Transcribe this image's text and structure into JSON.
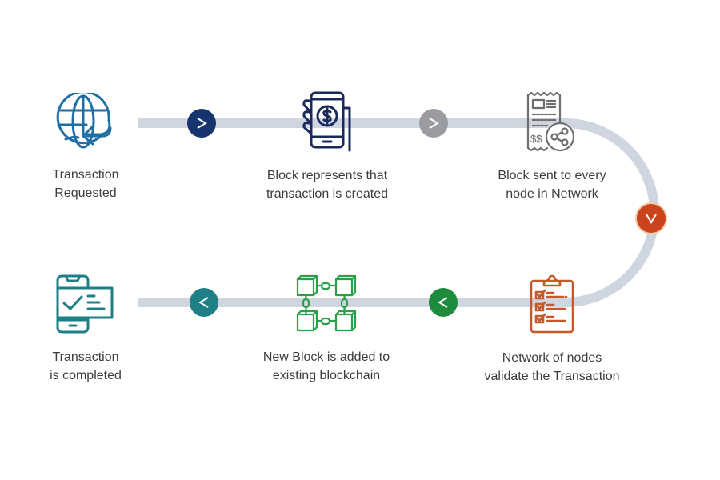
{
  "diagram": {
    "type": "process-flow",
    "colors": {
      "track": "#cfd6e0",
      "text": "#3c3c3c"
    },
    "steps": [
      {
        "id": 1,
        "label_line1": "Transaction",
        "label_line2": "Requested",
        "icon": "globe-arrow-icon",
        "color": "#1f6fa5"
      },
      {
        "id": 2,
        "label_line1": "Block represents that",
        "label_line2": "transaction is created",
        "icon": "hand-phone-dollar-icon",
        "color": "#1a2a5c"
      },
      {
        "id": 3,
        "label_line1": "Block sent to every",
        "label_line2": "node in Network",
        "icon": "receipt-share-icon",
        "color": "#6e6e6e"
      },
      {
        "id": 4,
        "label_line1": "Network of nodes",
        "label_line2": "validate the Transaction",
        "icon": "clipboard-checklist-icon",
        "color": "#c8582a"
      },
      {
        "id": 5,
        "label_line1": "New Block is added to",
        "label_line2": "existing blockchain",
        "icon": "blockchain-icon",
        "color": "#2aa04a"
      },
      {
        "id": 6,
        "label_line1": "Transaction",
        "label_line2": "is completed",
        "icon": "phone-check-card-icon",
        "color": "#1e7f86"
      }
    ],
    "connectors": [
      {
        "from": 1,
        "to": 2,
        "direction": "right",
        "icon": "chevron-right-icon",
        "color": "#16356e"
      },
      {
        "from": 2,
        "to": 3,
        "direction": "right",
        "icon": "chevron-right-icon",
        "color": "#9a9ca2"
      },
      {
        "from": 3,
        "to": 4,
        "direction": "down",
        "icon": "chevron-down-icon",
        "color": "#c9431c"
      },
      {
        "from": 4,
        "to": 5,
        "direction": "left",
        "icon": "chevron-left-icon",
        "color": "#1e8c3c"
      },
      {
        "from": 5,
        "to": 6,
        "direction": "left",
        "icon": "chevron-left-icon",
        "color": "#1e7f86"
      }
    ]
  }
}
